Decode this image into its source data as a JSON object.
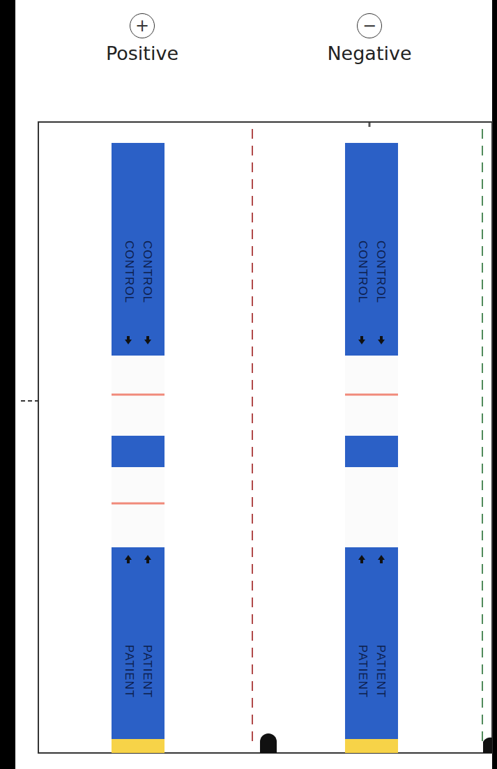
{
  "diagram": {
    "nodes": [
      {
        "text": [
          "+",
          "Positive"
        ]
      },
      {
        "text": [
          "−",
          "Negative"
        ]
      },
      {
        "text": [
          "CONTROL",
          "CONTROL"
        ]
      },
      {
        "text": [
          "PATIENT",
          "PATIENT"
        ]
      },
      {
        "text": [
          "CONTROL",
          "CONTROL"
        ]
      },
      {
        "text": [
          "PATIENT",
          "PATIENT"
        ]
      }
    ]
  }
}
